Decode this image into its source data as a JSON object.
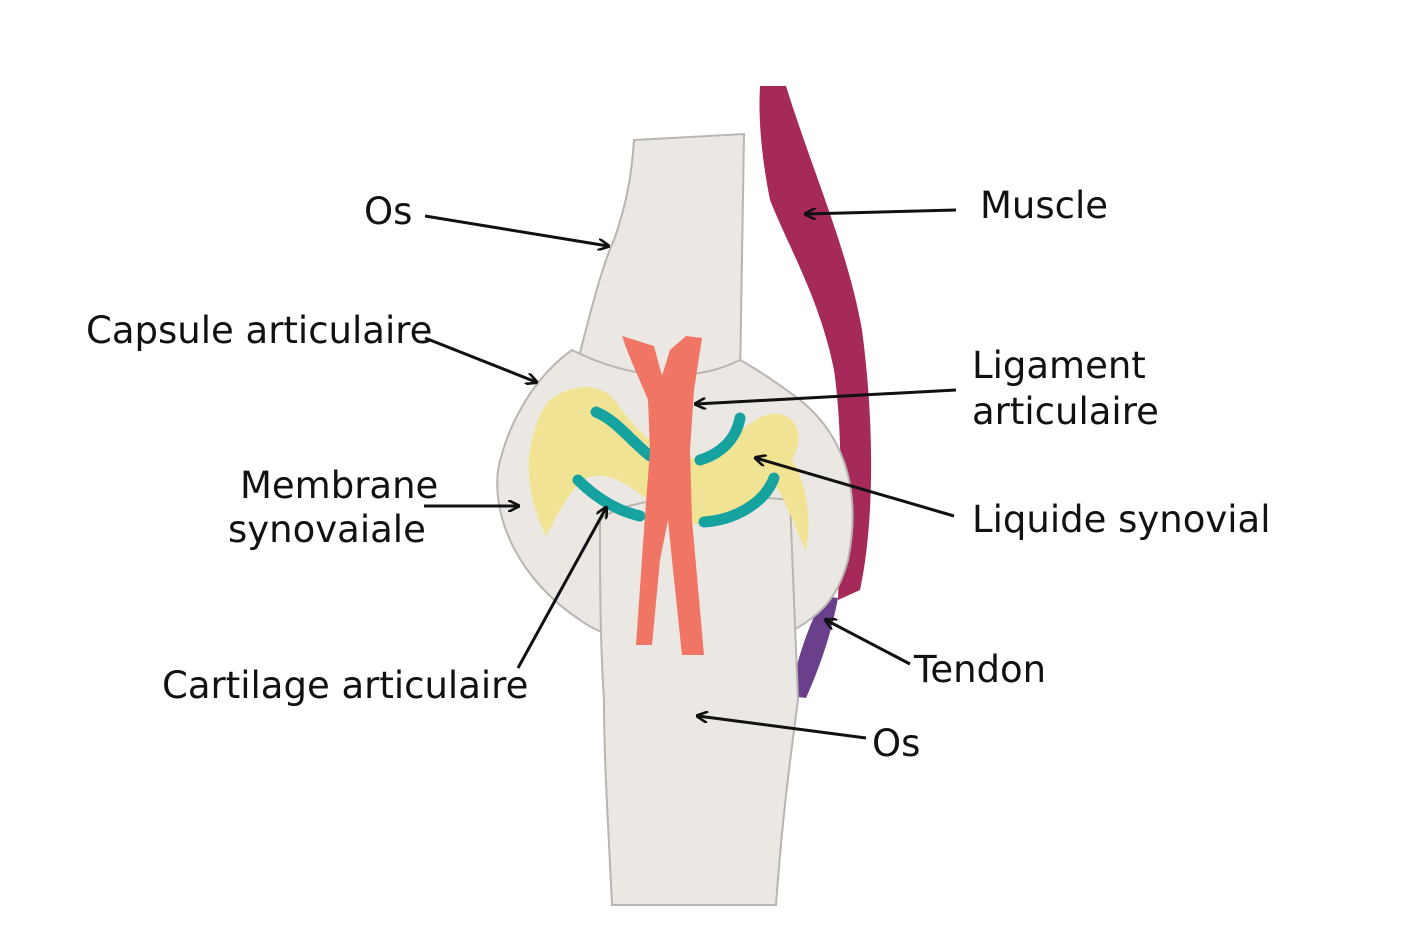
{
  "labels": {
    "os_top": "Os",
    "muscle": "Muscle",
    "capsule": "Capsule articulaire",
    "ligament_line1": "Ligament",
    "ligament_line2": "articulaire",
    "membrane_line1": "Membrane",
    "membrane_line2": "synovaiale",
    "liquide": "Liquide synovial",
    "tendon": "Tendon",
    "cartilage": "Cartilage articulaire",
    "os_bottom": "Os"
  },
  "colors": {
    "bone": "#ebe7e3",
    "bone_outline": "#b9b5b1",
    "muscle": "#a52a5a",
    "tendon": "#6a3f8c",
    "ligament": "#f07565",
    "cartilage": "#16a3a0",
    "synovial_fluid": "#f0e494"
  }
}
